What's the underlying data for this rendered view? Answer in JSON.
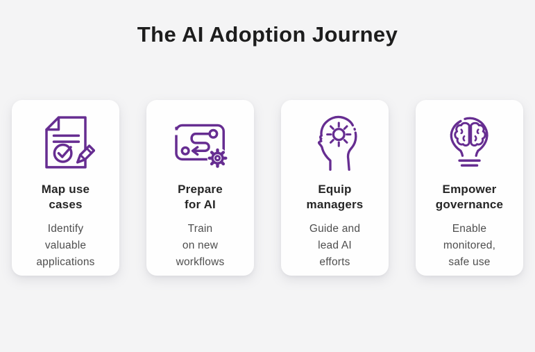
{
  "title": "The AI Adoption Journey",
  "colors": {
    "accent": "#662d91",
    "page_bg": "#f4f4f5",
    "card_bg": "#fefefe",
    "title": "#1d1d1d",
    "heading": "#262626",
    "body": "#4e4e4e"
  },
  "cards": [
    {
      "icon": "document-check-pencil-icon",
      "title": "Map use\ncases",
      "description": "Identify\nvaluable\napplications"
    },
    {
      "icon": "workflow-roadmap-gear-icon",
      "title": "Prepare\nfor AI",
      "description": "Train\non new\nworkflows"
    },
    {
      "icon": "head-idea-burst-icon",
      "title": "Equip\nmanagers",
      "description": "Guide and\nlead AI\nefforts"
    },
    {
      "icon": "lightbulb-brain-icon",
      "title": "Empower\ngovernance",
      "description": "Enable\nmonitored,\nsafe use"
    }
  ]
}
